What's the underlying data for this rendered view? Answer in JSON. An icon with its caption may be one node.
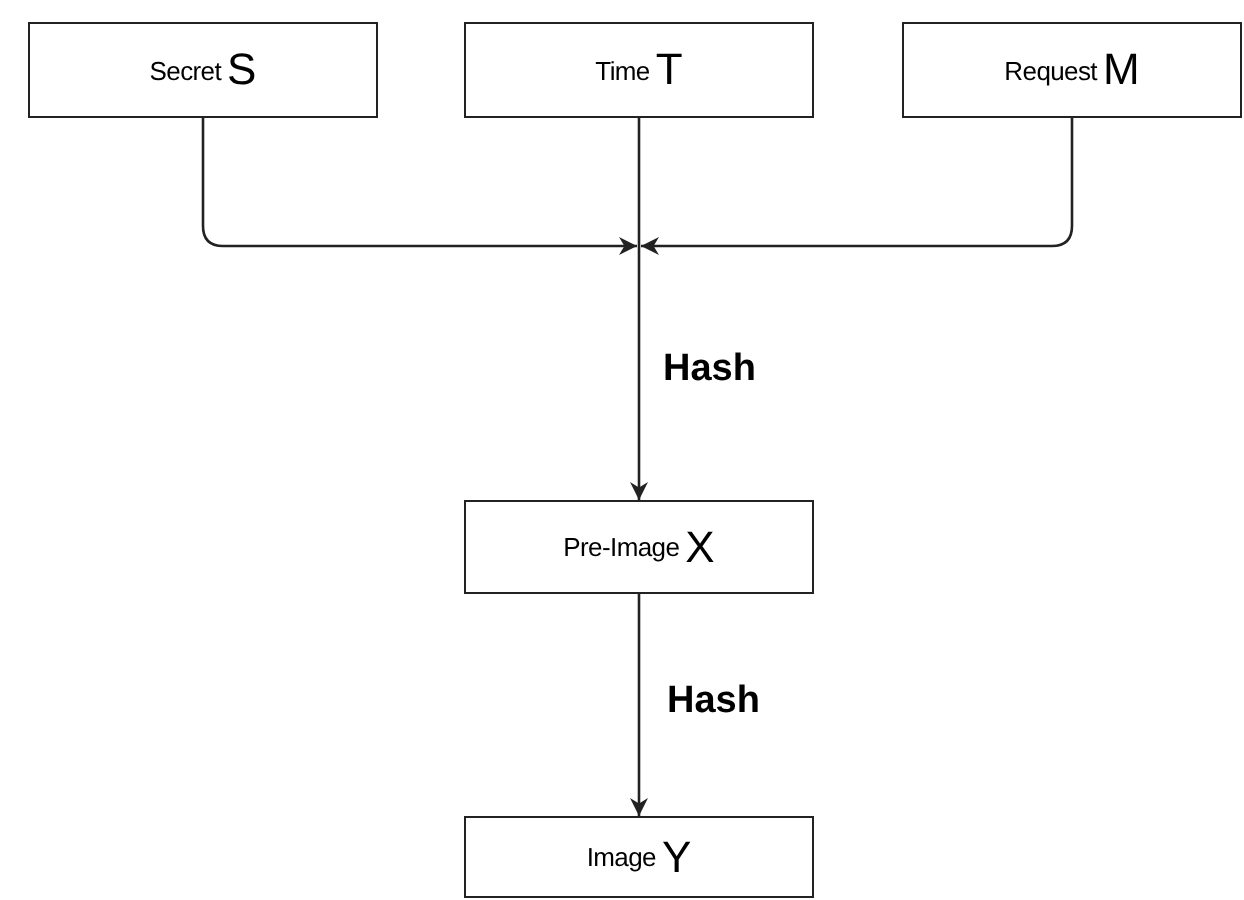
{
  "diagram": {
    "nodes": [
      {
        "text": [
          "Secret",
          "S"
        ]
      },
      {
        "text": [
          "Time",
          "T"
        ]
      },
      {
        "text": [
          "Request",
          "M"
        ]
      },
      {
        "text": [
          "Pre-Image",
          "X"
        ]
      },
      {
        "text": [
          "Image",
          "Y"
        ]
      }
    ],
    "edges": [
      {
        "from": 0,
        "to": 3,
        "arrow": "to"
      },
      {
        "from": 1,
        "to": 3,
        "arrow": "to",
        "label": "Hash"
      },
      {
        "from": 2,
        "to": 3,
        "arrow": "to"
      },
      {
        "from": 3,
        "to": 4,
        "arrow": "to",
        "label": "Hash"
      }
    ]
  }
}
